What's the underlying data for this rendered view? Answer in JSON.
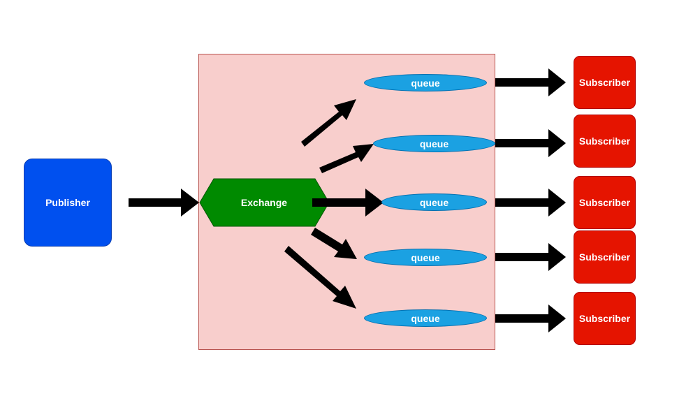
{
  "publisher": {
    "label": "Publisher",
    "color": "#0050ef"
  },
  "broker": {
    "color": "#f8cecc"
  },
  "exchange": {
    "label": "Exchange",
    "color": "#008a00"
  },
  "queues": [
    {
      "label": "queue"
    },
    {
      "label": "queue"
    },
    {
      "label": "queue"
    },
    {
      "label": "queue"
    },
    {
      "label": "queue"
    }
  ],
  "queue_color": "#1ba1e2",
  "subscribers": [
    {
      "label": "Subscriber"
    },
    {
      "label": "Subscriber"
    },
    {
      "label": "Subscriber"
    },
    {
      "label": "Subscriber"
    },
    {
      "label": "Subscriber"
    }
  ],
  "subscriber_color": "#e51400",
  "arrow_color": "#000000"
}
